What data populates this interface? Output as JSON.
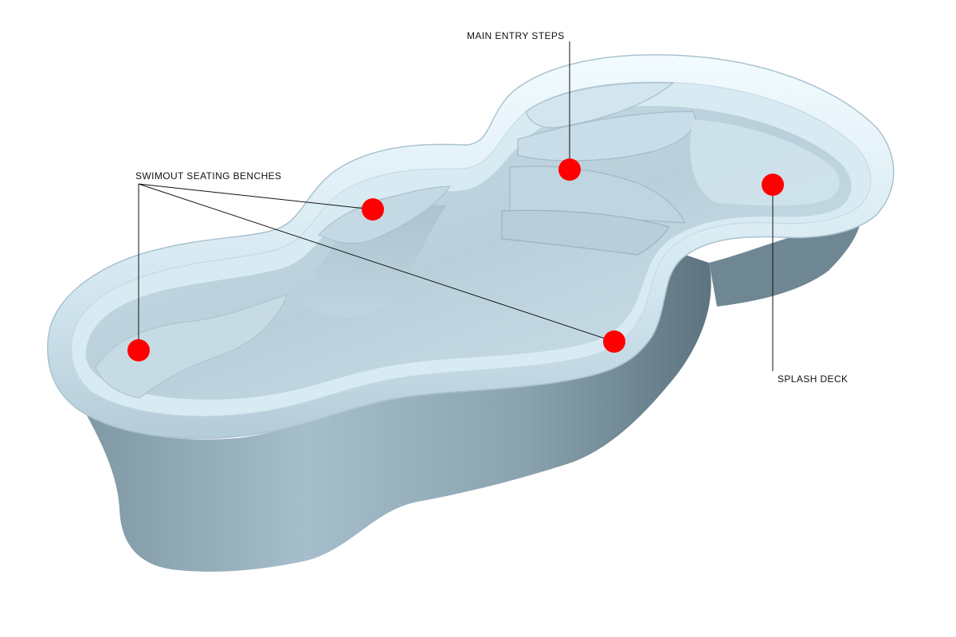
{
  "diagram": {
    "subject": "fiberglass-pool-shell",
    "colors": {
      "background": "#ffffff",
      "shell_light": "#dfeff7",
      "shell_mid": "#b7d0dc",
      "shell_dark": "#6e8793",
      "marker": "#ff0000",
      "leader_line": "#111111"
    },
    "callouts": [
      {
        "id": "main-entry-steps",
        "label": "MAIN ENTRY STEPS",
        "markers": 1
      },
      {
        "id": "swimout-seating-benches",
        "label": "SWIMOUT SEATING BENCHES",
        "markers": 3
      },
      {
        "id": "splash-deck",
        "label": "SPLASH DECK",
        "markers": 1
      }
    ]
  }
}
